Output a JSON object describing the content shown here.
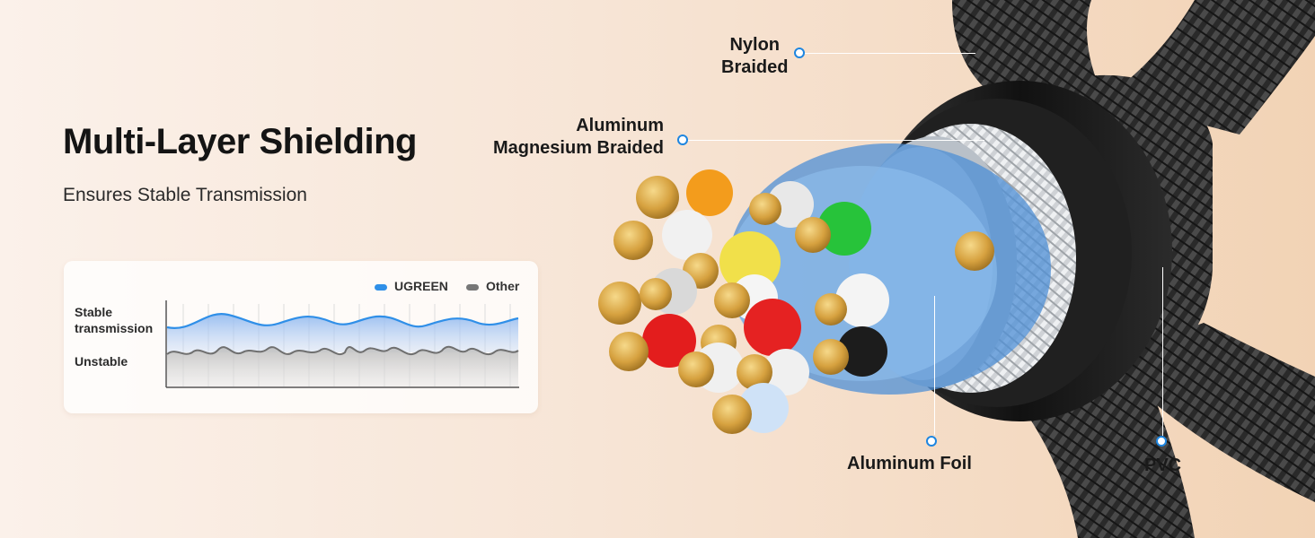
{
  "headline": {
    "title": "Multi-Layer Shielding",
    "subtitle": "Ensures Stable Transmission"
  },
  "comparison_card": {
    "legend": [
      {
        "label": "UGREEN",
        "color": "#2f8fe8"
      },
      {
        "label": "Other",
        "color": "#777777"
      }
    ],
    "row_labels": {
      "stable_line1": "Stable",
      "stable_line2": "transmission",
      "unstable": "Unstable"
    }
  },
  "callouts": {
    "nylon_line1": "Nylon",
    "nylon_line2": "Braided",
    "aluminum_line1": "Aluminum",
    "aluminum_line2": "Magnesium Braided",
    "foil": "Aluminum Foil",
    "pvc": "PVC"
  },
  "colors": {
    "accent": "#1e86e0",
    "conductor": "#d9a441",
    "jacket": "#1b1b1b"
  }
}
